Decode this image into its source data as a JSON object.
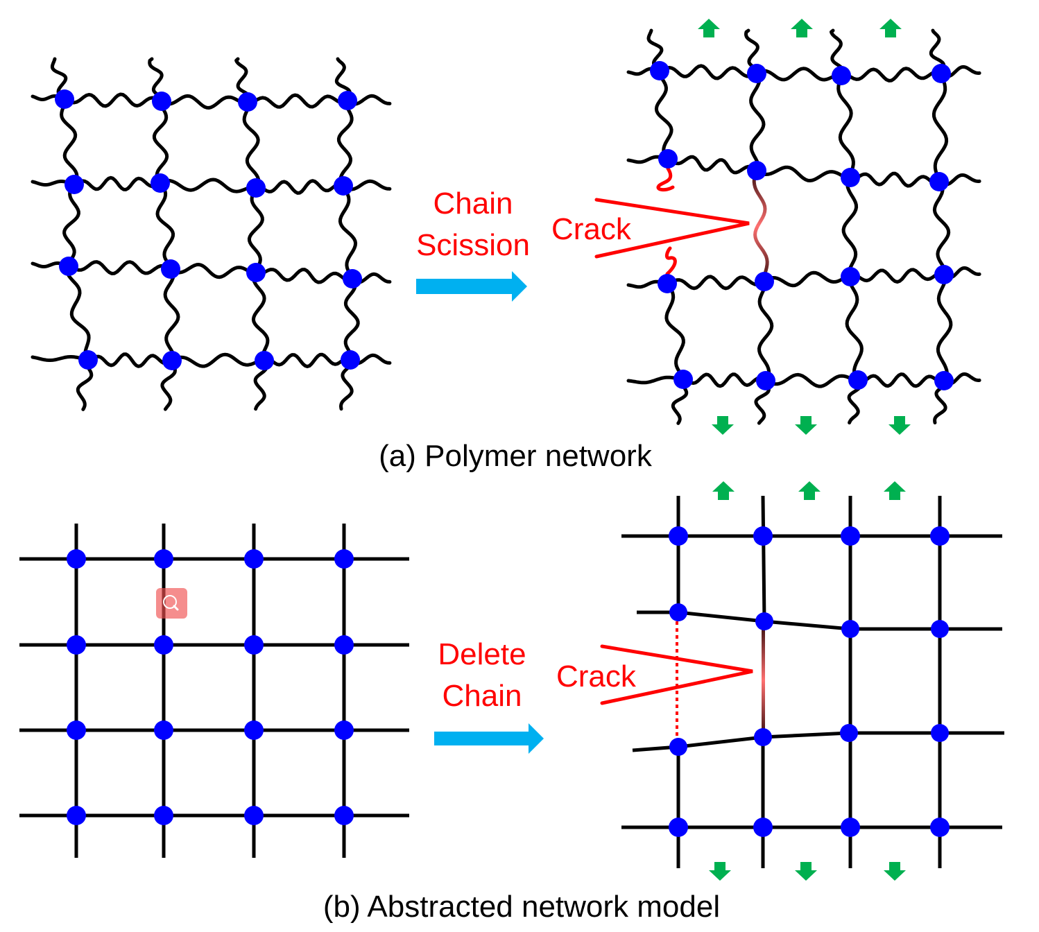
{
  "colors": {
    "node": "#0000ff",
    "chain": "#000000",
    "crack": "#ff0000",
    "process_arrow": "#00b0f0",
    "load_arrow": "#00b050"
  },
  "panel_a": {
    "caption": "(a) Polymer network",
    "process_label_line1": "Chain",
    "process_label_line2": "Scission",
    "crack_label": "Crack",
    "grid": {
      "rows": 4,
      "cols": 4
    }
  },
  "panel_b": {
    "caption": "(b) Abstracted network model",
    "process_label_line1": "Delete",
    "process_label_line2": "Chain",
    "crack_label": "Crack",
    "grid": {
      "rows": 4,
      "cols": 4
    }
  },
  "icons": {
    "up_arrows": 3,
    "down_arrows": 3,
    "overlay": "zoom-magnifier-icon"
  }
}
